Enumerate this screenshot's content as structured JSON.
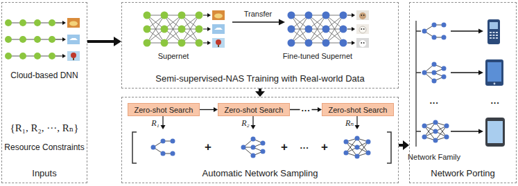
{
  "diagram": {
    "nodes": [
      {
        "text": [
          "Inputs"
        ]
      },
      {
        "text": [
          "Semi-supervised-NAS Training with Real-world Data"
        ]
      },
      {
        "text": [
          "Automatic Network Sampling"
        ]
      },
      {
        "text": [
          "Network Porting"
        ]
      },
      {
        "text": [
          "Zero-shot Search"
        ],
        "in": 2
      },
      {
        "text": [
          "Zero-shot Search"
        ],
        "in": 2
      },
      {
        "text": [
          "Zero-shot Search"
        ],
        "in": 2
      }
    ],
    "edges": [
      {
        "from": 0,
        "to": 1,
        "arrow": "to"
      },
      {
        "from": 1,
        "to": 2,
        "arrow": "to"
      },
      {
        "from": 2,
        "to": 3,
        "arrow": "to"
      },
      {
        "from": 4,
        "to": 5,
        "arrow": "to"
      },
      {
        "from": 5,
        "to": 6,
        "label": "···",
        "arrow": "to"
      }
    ],
    "labels": [
      "Cloud-based DNN",
      "{R₁, R₂, ···, Rₙ}",
      "Resource Constraints",
      "Supernet",
      "Transfer",
      "Fine-tuned Supernet",
      "R₁",
      "R₂",
      "Rₙ",
      "+",
      "+",
      "···",
      "+",
      "Network Family",
      "···",
      "···"
    ]
  }
}
